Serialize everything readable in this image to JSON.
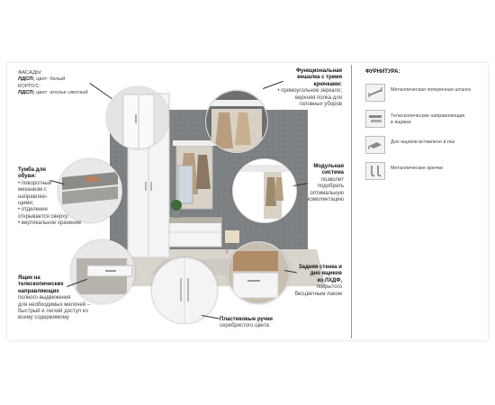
{
  "facades": {
    "facades_label": "ФАСАДЫ:",
    "ldsp1_label": "ЛДСП;",
    "ldsp1_value": "цвет: белый",
    "body_label": "КОРПУС:",
    "ldsp2_label": "ЛДСП;",
    "ldsp2_value": "цвет: ателье светлый"
  },
  "hanger": {
    "title_line1": "Функциональная",
    "title_line2": "вешалка с тремя",
    "title_line3": "крючками:",
    "item1": "• прямоугольное зеркало;",
    "item2": "верхняя полка для",
    "item3": "головных уборов"
  },
  "shoe": {
    "title_line1": "Тумба для",
    "title_line2": "обуви:",
    "item1": "• поворотный",
    "item2": "механизм с",
    "item3": "направляю-",
    "item4": "щими;",
    "item5": "• отделение",
    "item6": "открывается сверху;",
    "item7": "• вертикальное хранение"
  },
  "modular": {
    "title_line1": "Модульная",
    "title_line2": "система",
    "text1": "позволит",
    "text2": "подобрать",
    "text3": "оптимальную",
    "text4": "комплектацию"
  },
  "drawer": {
    "title_line1": "Ящик на",
    "title_line2": "телескопических",
    "title_line3": "направляющих",
    "text1": "полного выдвижения",
    "text2": "для необходимых мелочей –",
    "text3": "быстрый и легкий доступ ко",
    "text4": "всему содержимому"
  },
  "back": {
    "title_line1": "Задняя стенка и",
    "title_line2": "дно ящиков",
    "title_line3": "из ЛХДФ,",
    "text1": "покрытого",
    "text2": "бесцветным лаком"
  },
  "handles": {
    "title": "Пластиковые ручки",
    "text": "серебристого цвета"
  },
  "hardware": {
    "title": "ФУРНИТУРА:",
    "items": [
      {
        "line1": "Металлическая поперечная штанга",
        "line2": "",
        "icon": "rail-icon"
      },
      {
        "line1": "Телескопические направляющие",
        "line2": "в ящиках",
        "icon": "slide-icon"
      },
      {
        "line1": "Дно ящиков вставлено в паз",
        "line2": "",
        "icon": "groove-icon"
      },
      {
        "line1": "Металлические крючки",
        "line2": "",
        "icon": "hooks-icon"
      }
    ]
  }
}
